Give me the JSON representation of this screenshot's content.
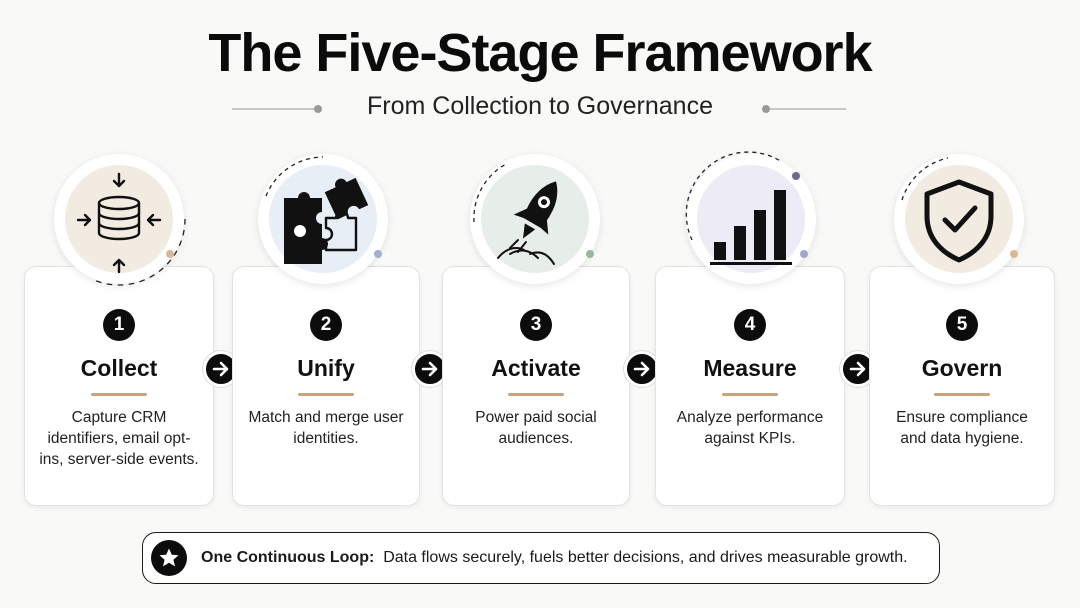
{
  "title": "The Five-Stage Framework",
  "subtitle": "From Collection to Governance",
  "stages": [
    {
      "number": "1",
      "name": "Collect",
      "description": "Capture CRM identifiers, email opt-ins, server-side events.",
      "icon": "database-icon",
      "badge_color": "#f1ebe2"
    },
    {
      "number": "2",
      "name": "Unify",
      "description": "Match and merge user identities.",
      "icon": "puzzle-icon",
      "badge_color": "#e8eef6"
    },
    {
      "number": "3",
      "name": "Activate",
      "description": "Power paid social audiences.",
      "icon": "rocket-icon",
      "badge_color": "#e7ede8"
    },
    {
      "number": "4",
      "name": "Measure",
      "description": "Analyze performance against KPIs.",
      "icon": "bar-chart-icon",
      "badge_color": "#ecebf6"
    },
    {
      "number": "5",
      "name": "Govern",
      "description": "Ensure compliance and data hygiene.",
      "icon": "shield-check-icon",
      "badge_color": "#f1ebe2"
    }
  ],
  "footer": {
    "label": "One Continuous Loop:",
    "text": "Data flows securely, fuels better decisions, and drives measurable growth.",
    "icon": "star-icon"
  },
  "colors": {
    "accent_rule": "#c9a27e",
    "dark": "#0c0c0c"
  }
}
